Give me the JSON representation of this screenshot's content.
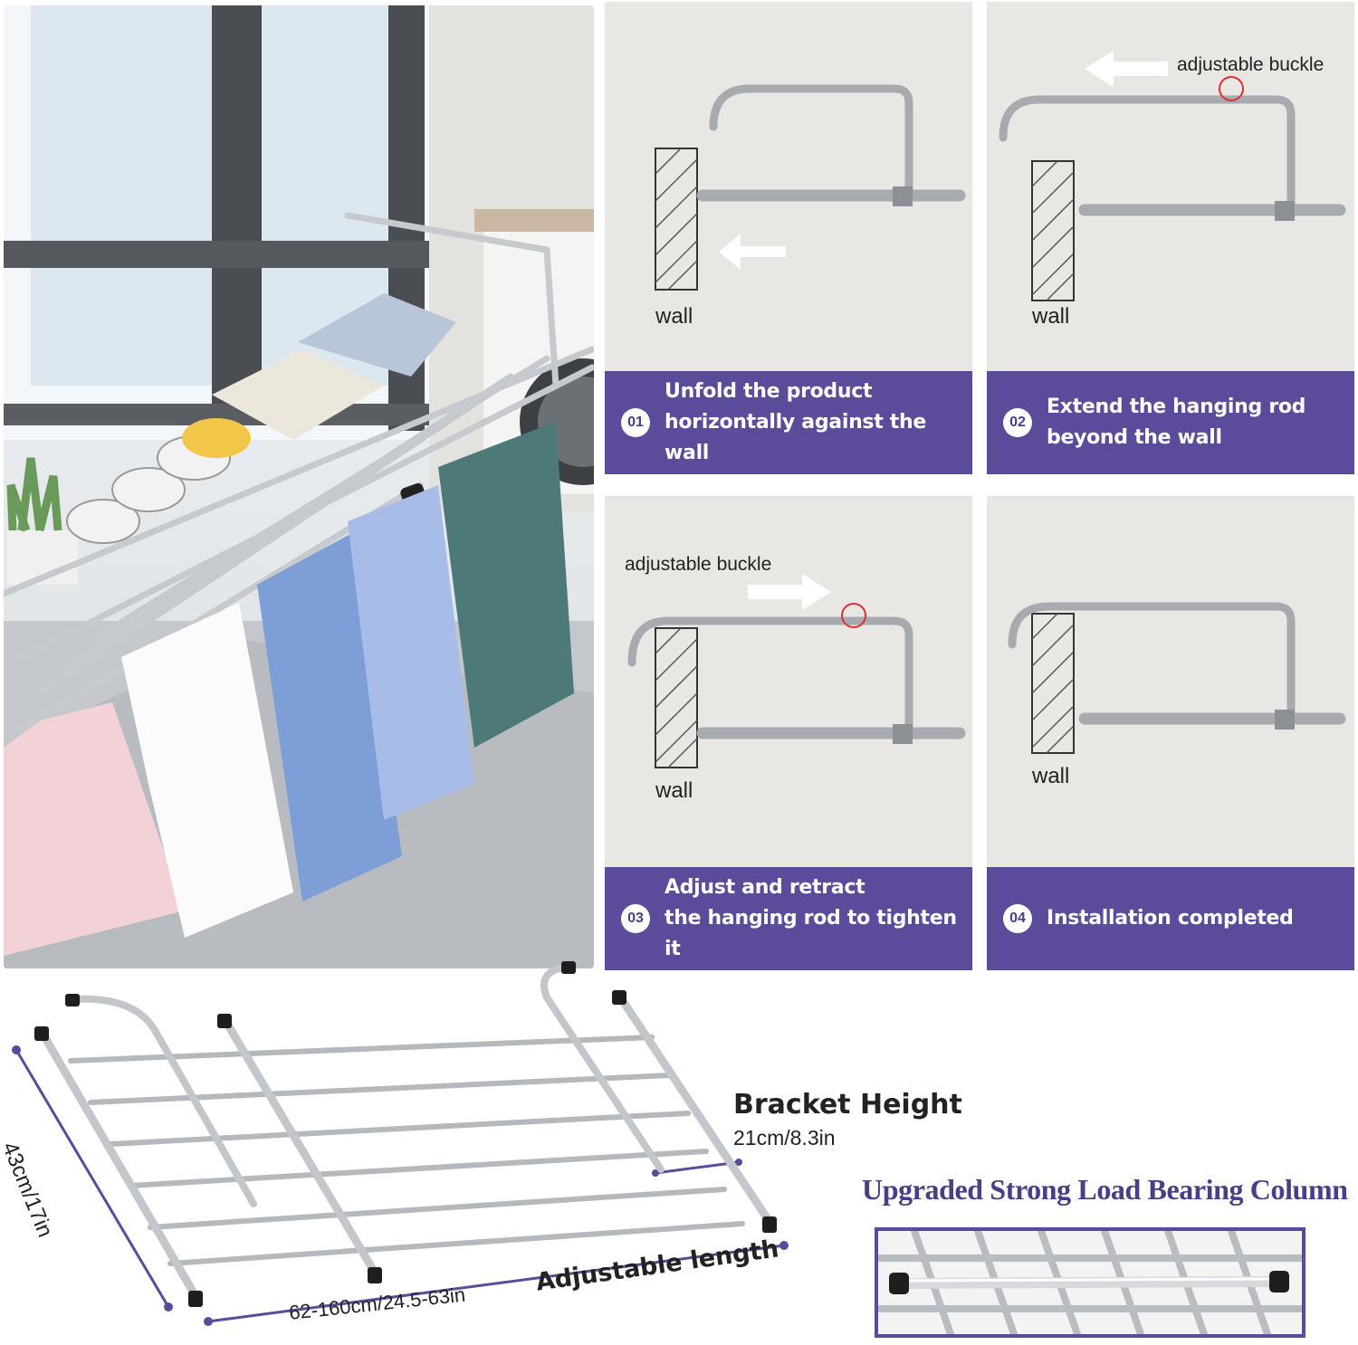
{
  "colors": {
    "band_purple": "#5c4a9a",
    "panel_bg": "#e9e7e3",
    "accent_red": "#e03030",
    "steel": "#b9bcc0"
  },
  "steps": [
    {
      "number": "01",
      "line1": "Unfold the product",
      "line2": "horizontally against the wall",
      "wall_label": "wall"
    },
    {
      "number": "02",
      "line1": "Extend the hanging rod",
      "line2": "beyond the wall",
      "wall_label": "wall",
      "buckle_label": "adjustable buckle"
    },
    {
      "number": "03",
      "line1": "Adjust and retract",
      "line2": "the hanging rod to tighten it",
      "wall_label": "wall",
      "buckle_label": "adjustable buckle"
    },
    {
      "number": "04",
      "line1": "Installation completed",
      "line2": "",
      "wall_label": "wall"
    }
  ],
  "dimensions": {
    "bracket_title": "Bracket Height",
    "bracket_value": "21cm/8.3in",
    "length_label": "Adjustable length",
    "length_value": "62-160cm/24.5-63in",
    "width_value": "43cm/17in"
  },
  "column": {
    "title": "Upgraded Strong Load Bearing Column"
  }
}
